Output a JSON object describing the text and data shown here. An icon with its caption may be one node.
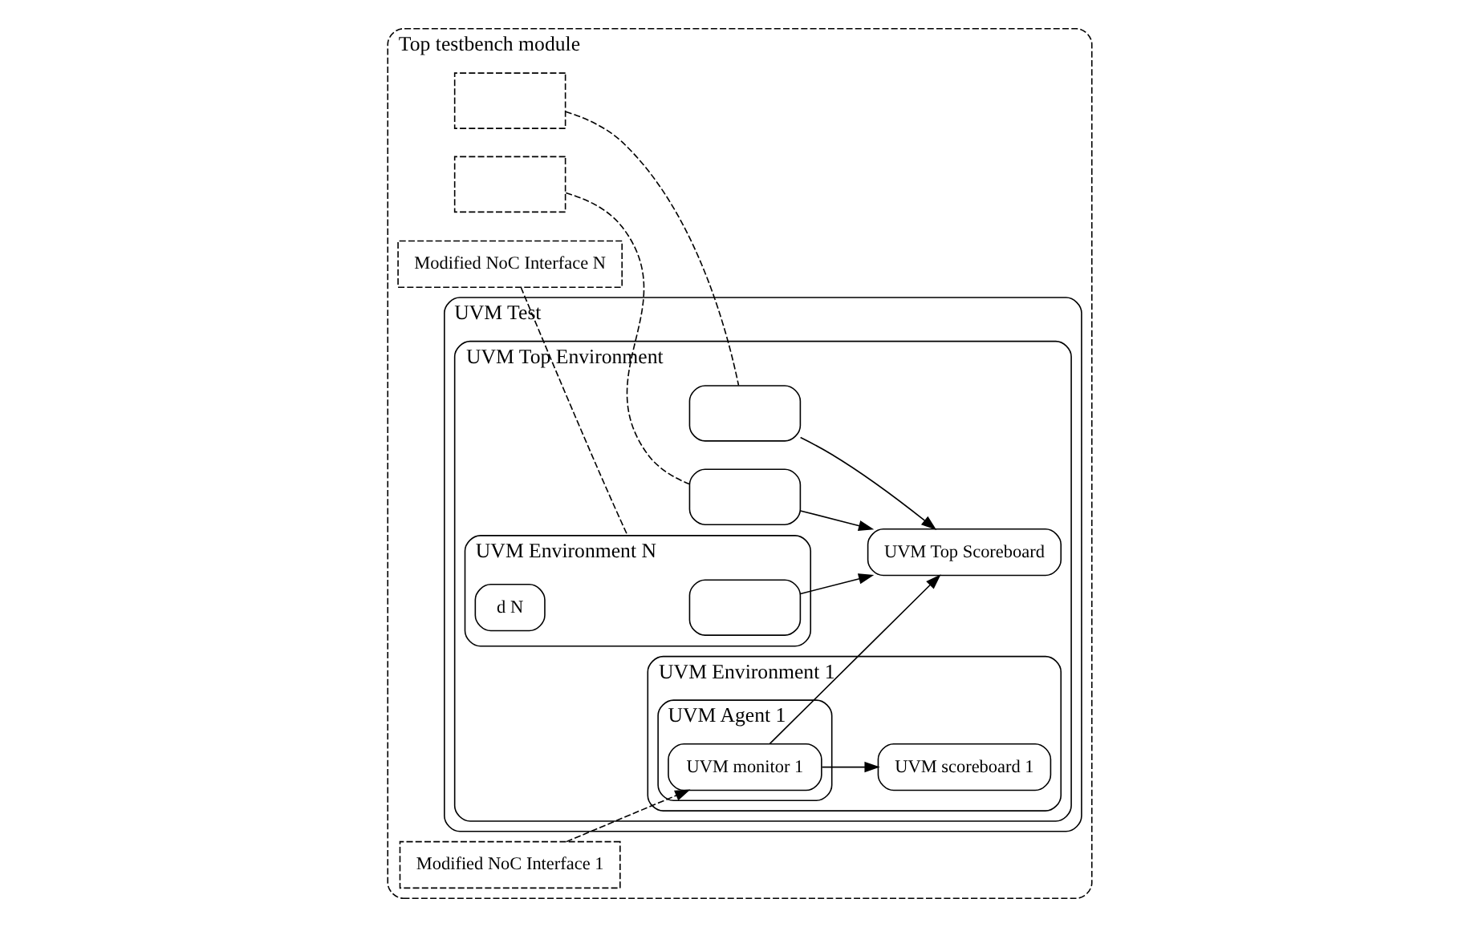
{
  "diagram": {
    "nodes": [
      {
        "text": [
          "Top testbench module"
        ]
      },
      {
        "text": [
          "Modified NoC Interface N"
        ],
        "in": 0
      },
      {
        "text": [],
        "shape": "box",
        "in": 0
      },
      {
        "text": [],
        "shape": "box",
        "in": 0
      },
      {
        "text": [
          "Modified NoC Interface 1"
        ],
        "in": 0
      },
      {
        "text": [
          "UVM Test"
        ],
        "in": 0
      },
      {
        "text": [
          "UVM Top Environment"
        ],
        "in": 5
      },
      {
        "text": [
          "UVM Environment N"
        ],
        "in": 6
      },
      {
        "text": [],
        "shape": "box",
        "in": 7
      },
      {
        "text": [
          "d N"
        ],
        "in": 7
      },
      {
        "text": [],
        "shape": "box",
        "in": 6
      },
      {
        "text": [],
        "shape": "box",
        "in": 6
      },
      {
        "text": [
          "UVM Environment 1"
        ],
        "in": 6
      },
      {
        "text": [
          "UVM Agent 1"
        ],
        "in": 12
      },
      {
        "text": [
          "UVM monitor 1"
        ],
        "in": 13
      },
      {
        "text": [
          "UVM scoreboard 1"
        ],
        "in": 12
      },
      {
        "text": [
          "UVM Top Scoreboard"
        ],
        "in": 6
      }
    ],
    "edges": [
      {
        "from": 1,
        "to": 7,
        "arrow": "none",
        "style": "dashed"
      },
      {
        "from": 2,
        "to": 10,
        "arrow": "none",
        "style": "dashed"
      },
      {
        "from": 3,
        "to": 11,
        "arrow": "none",
        "style": "dashed"
      },
      {
        "from": 4,
        "to": 14,
        "arrow": "to",
        "style": "dashed"
      },
      {
        "from": 8,
        "to": 16,
        "arrow": "to"
      },
      {
        "from": 10,
        "to": 16,
        "arrow": "to"
      },
      {
        "from": 11,
        "to": 16,
        "arrow": "to"
      },
      {
        "from": 14,
        "to": 16,
        "arrow": "to"
      },
      {
        "from": 14,
        "to": 15,
        "arrow": "to"
      }
    ]
  }
}
